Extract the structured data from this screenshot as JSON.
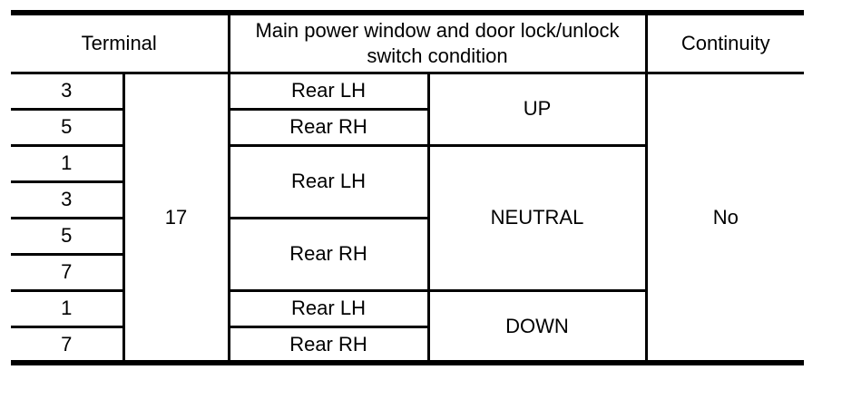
{
  "header": {
    "terminal": "Terminal",
    "switch_condition": "Main power window and door lock/unlock switch condition",
    "continuity": "Continuity"
  },
  "terminals": [
    "3",
    "5",
    "1",
    "3",
    "5",
    "7",
    "1",
    "7"
  ],
  "shared_terminal": "17",
  "conditions": {
    "up": {
      "direction": "UP",
      "sides": [
        "Rear LH",
        "Rear RH"
      ]
    },
    "neutral": {
      "direction": "NEUTRAL",
      "sides": [
        "Rear LH",
        "Rear RH"
      ]
    },
    "down": {
      "direction": "DOWN",
      "sides": [
        "Rear LH",
        "Rear RH"
      ]
    }
  },
  "continuity_value": "No",
  "colors": {
    "border": "#000000",
    "text": "#000000",
    "background": "#ffffff"
  }
}
